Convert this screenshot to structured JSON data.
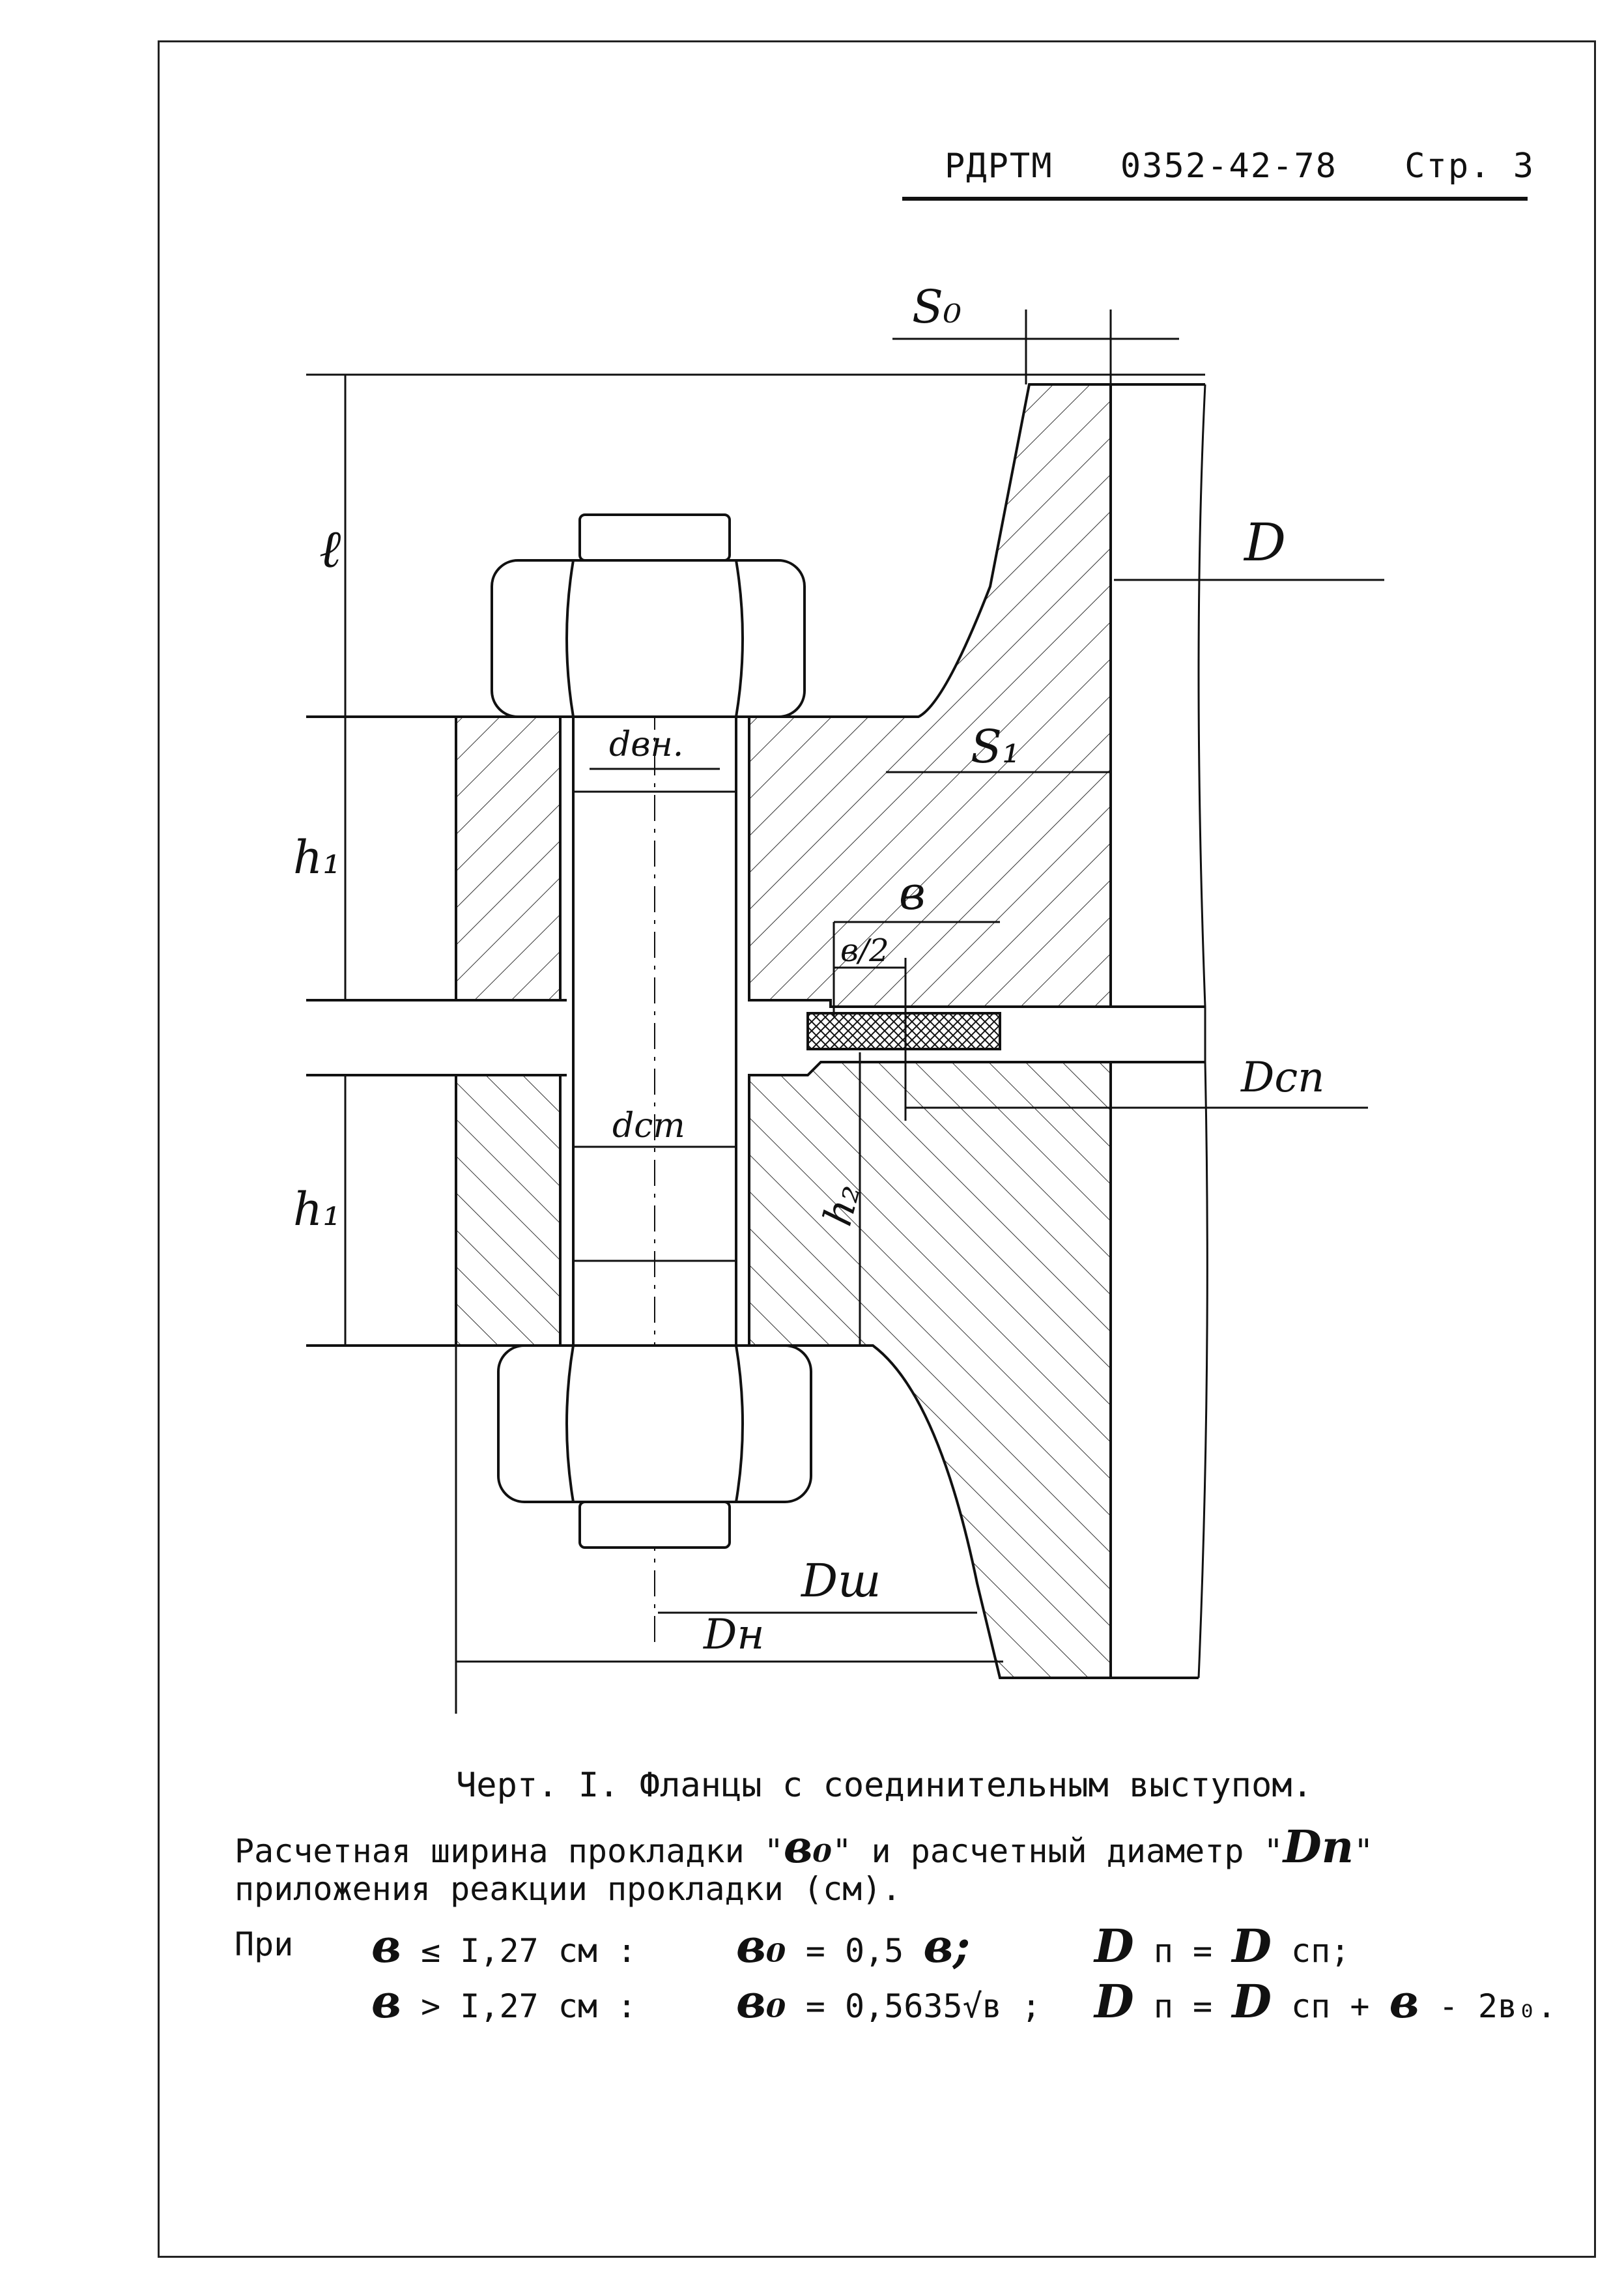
{
  "header": {
    "doc_code": "РДРТМ",
    "doc_number": "0352-42-78",
    "page": "Стр. 3"
  },
  "drawing": {
    "labels": {
      "s0": "S₀",
      "l": "ℓ",
      "D": "D",
      "h1_top": "h₁",
      "d_vn": "dвн.",
      "s1": "S₁",
      "b": "в",
      "b_half": "в/2",
      "D_sp": "Dсп",
      "d_st": "dст",
      "h1_bottom": "h₁",
      "h2": "h₂",
      "D_sh": "Dш",
      "D_n": "Dн"
    }
  },
  "caption": "Черт. I. Фланцы с соединительным выступом.",
  "description_line1": "Расчетная ширина прокладки \"",
  "symbol_b0": "в₀",
  "description_line1b": "\" и расчетный диаметр \"",
  "symbol_Dn": "Dп",
  "description_line1c": "\"",
  "description_line2": "приложения реакции прокладки (см).",
  "conditions": {
    "pri": "При",
    "row1": {
      "cond_sym": "в",
      "cond": "≤ I,27 см :",
      "b0_sym": "в₀",
      "b0": "= 0,5",
      "b_sym": "в;",
      "Dn_sym": "D",
      "Dn": "п =",
      "Dsp_sym": "D",
      "Dsp": "сп;"
    },
    "row2": {
      "cond_sym": "в",
      "cond": "> I,27 см :",
      "b0_sym": "в₀",
      "b0": "= 0,5635√в ;",
      "Dn_sym": "D",
      "Dn": "п =",
      "Dsp_sym": "D",
      "Dsp": "сп +",
      "b_sym": "в",
      "tail": "- 2в₀."
    }
  }
}
